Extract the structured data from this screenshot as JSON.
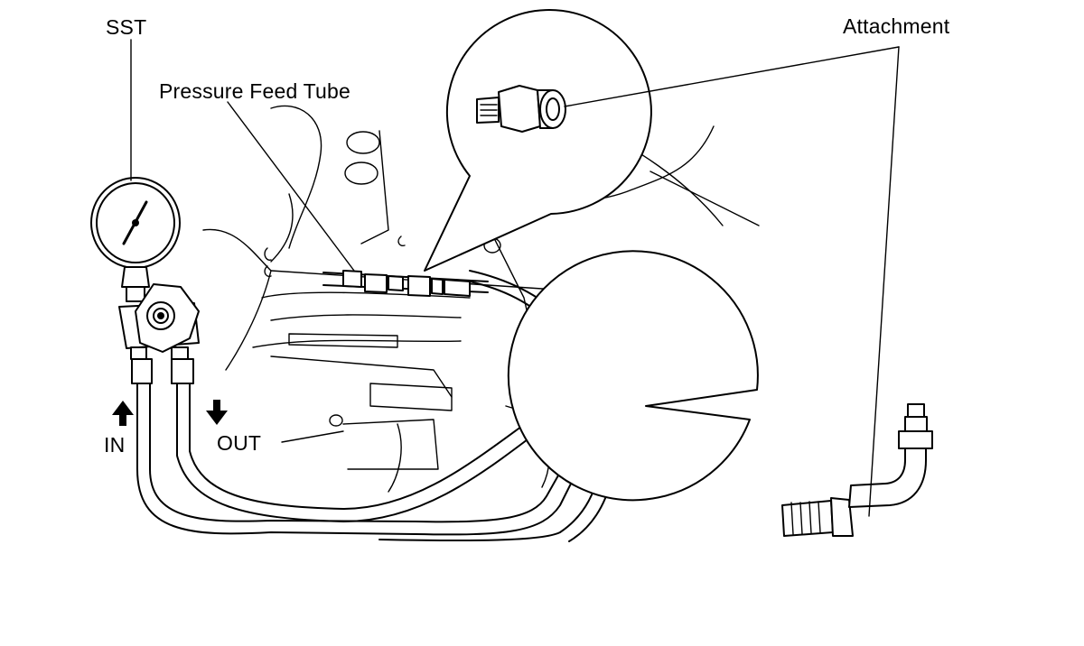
{
  "labels": {
    "sst": "SST",
    "pressure_feed_tube": "Pressure Feed Tube",
    "attachment": "Attachment",
    "in": "IN",
    "out": "OUT"
  }
}
